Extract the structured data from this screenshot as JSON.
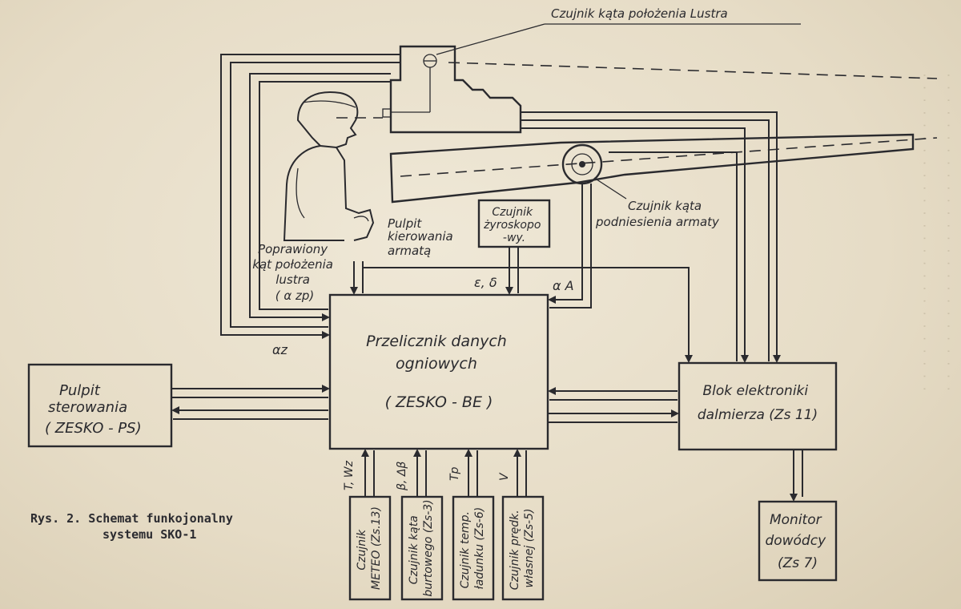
{
  "labels": {
    "mirror_sensor": "Czujnik kąta położenia Lustra",
    "elevation_sensor_l1": "Czujnik kąta",
    "elevation_sensor_l2": "podniesienia armaty",
    "gyro_l1": "Czujnik",
    "gyro_l2": "żyroskopo",
    "gyro_l3": "-wy.",
    "gun_panel_l1": "Pulpit",
    "gun_panel_l2": "kierowania",
    "gun_panel_l3": "armatą",
    "corrected_l1": "Poprawiony",
    "corrected_l2": "kąt położenia",
    "corrected_l3": "lustra",
    "corrected_l4": "( α zp)"
  },
  "blocks": {
    "computer_l1": "Przelicznik danych",
    "computer_l2": "ogniowych",
    "computer_l3": "( ZESKO - BE )",
    "control_l1": "Pulpit",
    "control_l2": "sterowania",
    "control_l3": "( ZESKO - PS)",
    "rangefinder_l1": "Blok elektroniki",
    "rangefinder_l2": "dalmierza (Zs 11)",
    "monitor_l1": "Monitor",
    "monitor_l2": "dowódcy",
    "monitor_l3": "(Zs 7)"
  },
  "sensors": {
    "meteo_l1": "Czujnik",
    "meteo_l2": "METEO (Zs.13)",
    "turret_l1": "Czujnik kąta",
    "turret_l2": "burtowego (Zs-3)",
    "temp_l1": "Czujnik temp.",
    "temp_l2": "ładunku (Zs-6)",
    "speed_l1": "Czujnik prędk.",
    "speed_l2": "własnej (Zs-5)"
  },
  "signals": {
    "t_wz": "T, Wz",
    "beta": "β, Δβ",
    "tp": "Tp",
    "v": "V",
    "alpha_z": "αz",
    "eps_delta": "ε, δ",
    "alpha_a": "α A"
  },
  "caption": {
    "line1": "Rys. 2. Schemat funkojonalny",
    "line2": "systemu SKO-1"
  }
}
